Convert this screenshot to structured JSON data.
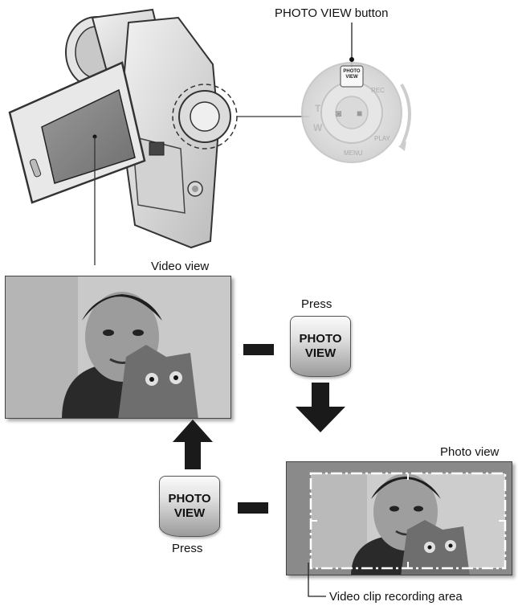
{
  "labels": {
    "photo_view_button": "PHOTO VIEW button",
    "video_view": "Video view",
    "photo_view": "Photo view",
    "press_top": "Press",
    "press_bottom": "Press",
    "recording_area": "Video clip recording area"
  },
  "buttons": {
    "line1": "PHOTO",
    "line2": "VIEW"
  },
  "dial": {
    "top_button": "PHOTO VIEW",
    "rec": "REC",
    "play": "PLAY",
    "menu": "MENU",
    "t": "T",
    "w": "W"
  },
  "colors": {
    "accent": "#1a1a1a",
    "dial_light": "#d9d9d9"
  }
}
